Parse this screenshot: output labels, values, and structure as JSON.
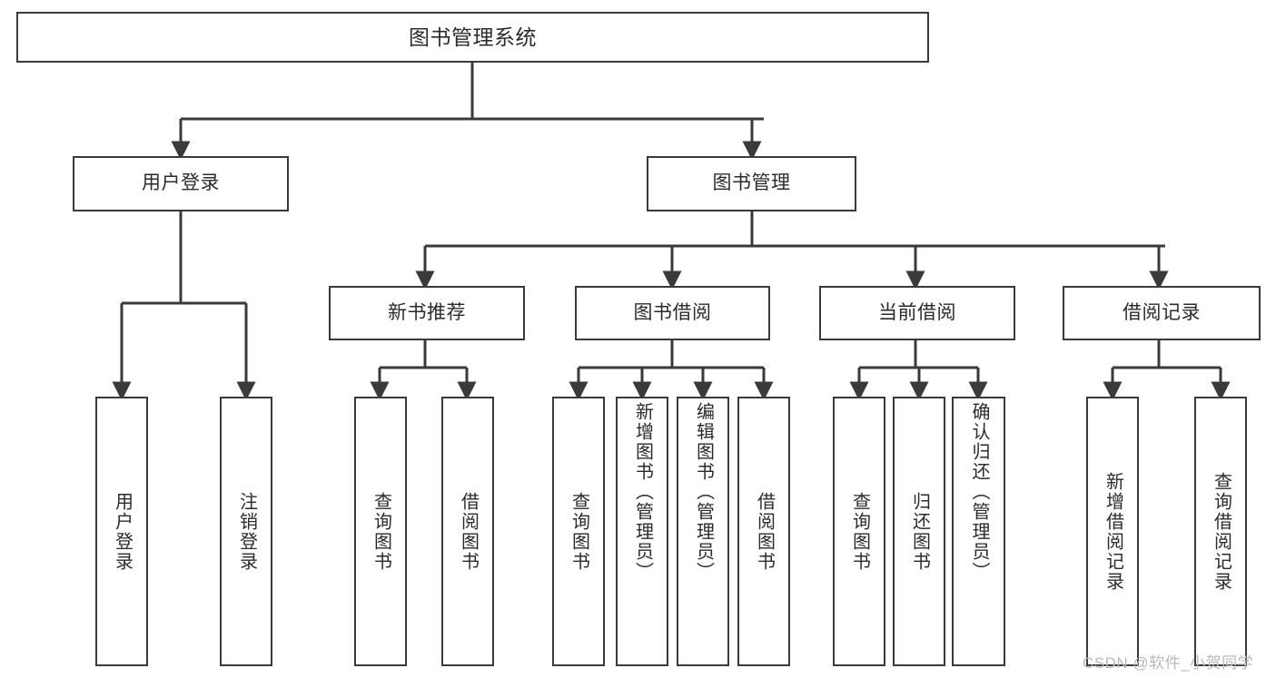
{
  "diagram": {
    "type": "tree-hierarchy-chart",
    "title": "图书管理系统",
    "root": {
      "id": "root",
      "label": "图书管理系统"
    },
    "level1": [
      {
        "id": "user-login",
        "label": "用户登录"
      },
      {
        "id": "book-management",
        "label": "图书管理"
      }
    ],
    "level2": [
      {
        "id": "new-book-recommend",
        "label": "新书推荐",
        "parent": "book-management"
      },
      {
        "id": "book-borrow",
        "label": "图书借阅",
        "parent": "book-management"
      },
      {
        "id": "current-borrow",
        "label": "当前借阅",
        "parent": "book-management"
      },
      {
        "id": "borrow-record",
        "label": "借阅记录",
        "parent": "book-management"
      }
    ],
    "leaves": {
      "user_login": [
        {
          "id": "leaf-user-login",
          "label": "用户登录"
        },
        {
          "id": "leaf-logout-login",
          "label": "注销登录"
        }
      ],
      "new_book_recommend": [
        {
          "id": "leaf-query-book-1",
          "label": "查询图书"
        },
        {
          "id": "leaf-borrow-book-1",
          "label": "借阅图书"
        }
      ],
      "book_borrow": [
        {
          "id": "leaf-query-book-2",
          "label": "查询图书"
        },
        {
          "id": "leaf-add-book",
          "label": "新增图书（管理员）"
        },
        {
          "id": "leaf-edit-book",
          "label": "编辑图书（管理员）"
        },
        {
          "id": "leaf-borrow-book-2",
          "label": "借阅图书"
        }
      ],
      "current_borrow": [
        {
          "id": "leaf-query-book-3",
          "label": "查询图书"
        },
        {
          "id": "leaf-return-book",
          "label": "归还图书"
        },
        {
          "id": "leaf-confirm-return",
          "label": "确认归还（管理员）"
        }
      ],
      "borrow_record": [
        {
          "id": "leaf-add-record",
          "label": "新增借阅记录"
        },
        {
          "id": "leaf-query-record",
          "label": "查询借阅记录"
        }
      ]
    },
    "colors": {
      "stroke": "#3a3a3a",
      "fill": "#ffffff",
      "text": "#2b2b2b",
      "watermark": "#b9b9b9"
    }
  },
  "watermark": {
    "text": "CSDN @软件_小贺同学"
  }
}
